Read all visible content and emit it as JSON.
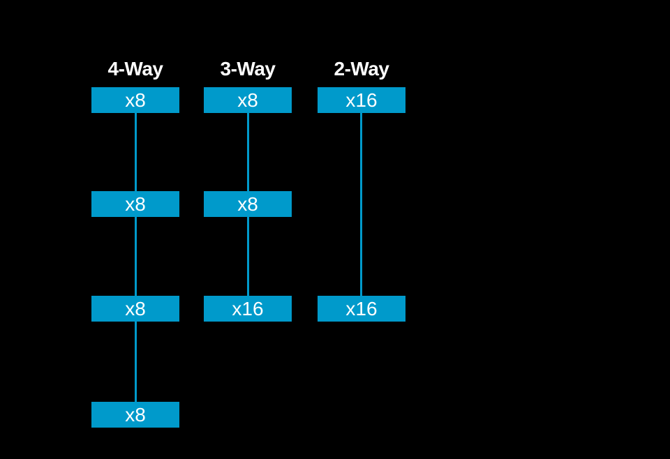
{
  "diagram": {
    "colors": {
      "background": "#000000",
      "slot_fill": "#009ACB",
      "connector": "#009ACB",
      "text": "#FFFFFF"
    },
    "columns": [
      {
        "title": "4-Way",
        "slots": [
          {
            "row": 1,
            "label": "x8"
          },
          {
            "row": 2,
            "label": "x8"
          },
          {
            "row": 3,
            "label": "x8"
          },
          {
            "row": 4,
            "label": "x8"
          }
        ]
      },
      {
        "title": "3-Way",
        "slots": [
          {
            "row": 1,
            "label": "x8"
          },
          {
            "row": 2,
            "label": "x8"
          },
          {
            "row": 3,
            "label": "x16"
          }
        ]
      },
      {
        "title": "2-Way",
        "slots": [
          {
            "row": 1,
            "label": "x16"
          },
          {
            "row": 3,
            "label": "x16"
          }
        ]
      }
    ]
  }
}
